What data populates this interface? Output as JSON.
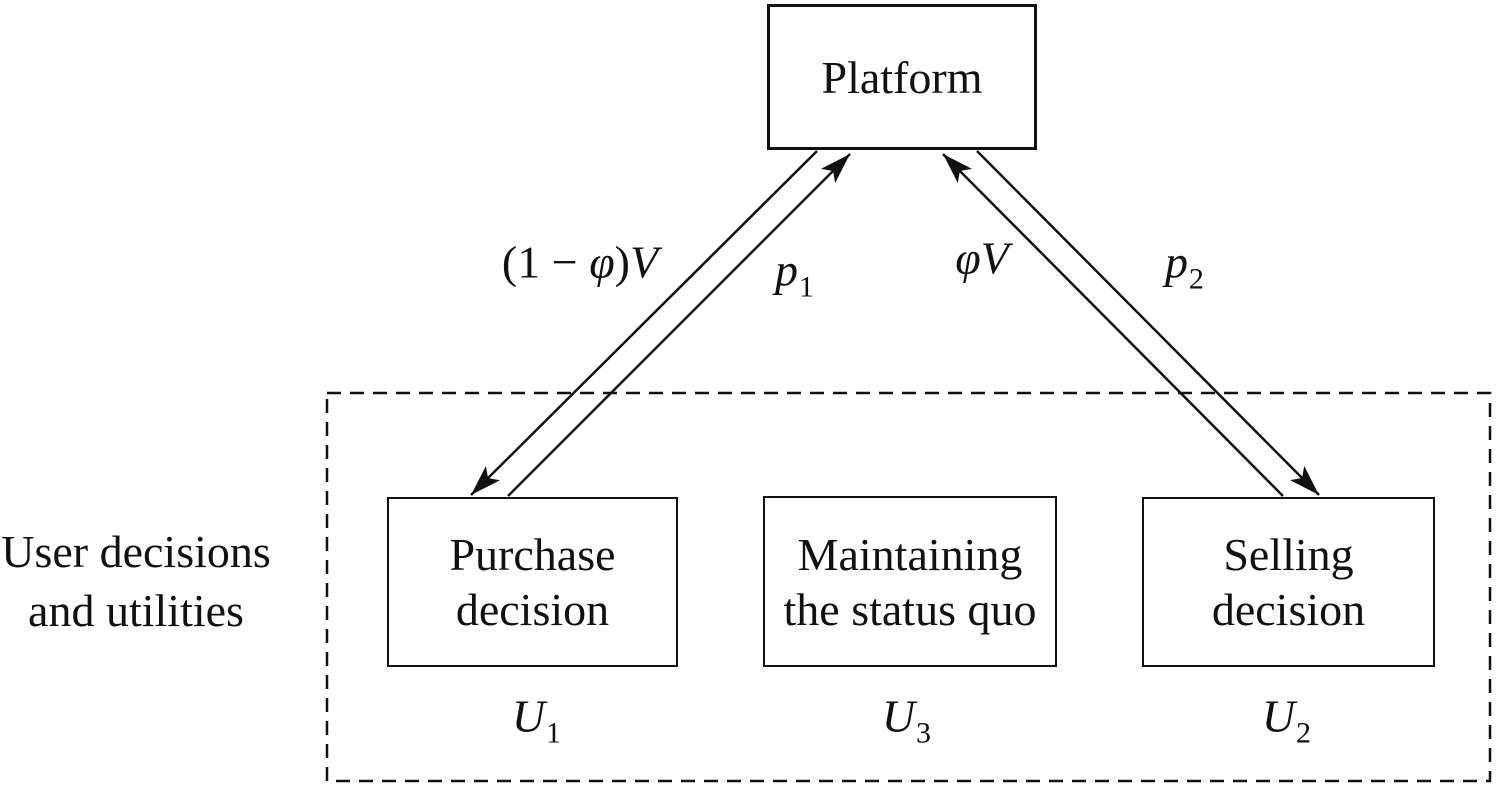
{
  "diagram": {
    "platform_label": "Platform",
    "group_label": {
      "line1": "User decisions",
      "line2": "and utilities"
    },
    "nodes": {
      "purchase": {
        "line1": "Purchase",
        "line2": "decision"
      },
      "status_quo": {
        "line1": "Maintaining",
        "line2": "the status quo"
      },
      "selling": {
        "line1": "Selling",
        "line2": "decision"
      }
    },
    "utilities": {
      "u1": {
        "base": "U",
        "sub": "1"
      },
      "u3": {
        "base": "U",
        "sub": "3"
      },
      "u2": {
        "base": "U",
        "sub": "2"
      }
    },
    "edge_labels": {
      "one_minus_phi_v": {
        "prefix": "(1 − ",
        "phi": "φ",
        "close": ")",
        "v": "V"
      },
      "p1": {
        "base": "p",
        "sub": "1"
      },
      "phi_v": {
        "phi": "φ",
        "v": "V"
      },
      "p2": {
        "base": "p",
        "sub": "2"
      }
    },
    "colors": {
      "ink": "#111111",
      "background": "#ffffff"
    }
  }
}
